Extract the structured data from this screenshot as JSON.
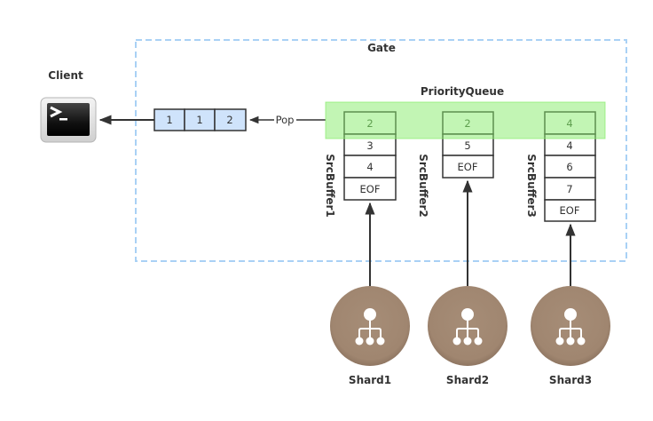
{
  "title": "Gate merge of shard streams via PriorityQueue",
  "gate": {
    "label": "Gate",
    "border_color": "#a9d1f5"
  },
  "client": {
    "label": "Client",
    "icon": "terminal-icon"
  },
  "output_queue": {
    "cells": [
      "1",
      "1",
      "2"
    ],
    "fill_color": "#cfe3fb"
  },
  "pop_label": "Pop",
  "priority_queue": {
    "label": "PriorityQueue",
    "fill_color": "#b6f2a6"
  },
  "src_buffers": [
    {
      "label": "SrcBuffer1",
      "cells": [
        "2",
        "3",
        "4",
        "EOF"
      ]
    },
    {
      "label": "SrcBuffer2",
      "cells": [
        "2",
        "5",
        "EOF"
      ]
    },
    {
      "label": "SrcBuffer3",
      "cells": [
        "4",
        "4",
        "6",
        "7",
        "EOF"
      ]
    }
  ],
  "shards": [
    {
      "label": "Shard1",
      "icon": "hierarchy-icon"
    },
    {
      "label": "Shard2",
      "icon": "hierarchy-icon"
    },
    {
      "label": "Shard3",
      "icon": "hierarchy-icon"
    }
  ],
  "colors": {
    "shard": "#a38a74",
    "line": "#333333"
  }
}
